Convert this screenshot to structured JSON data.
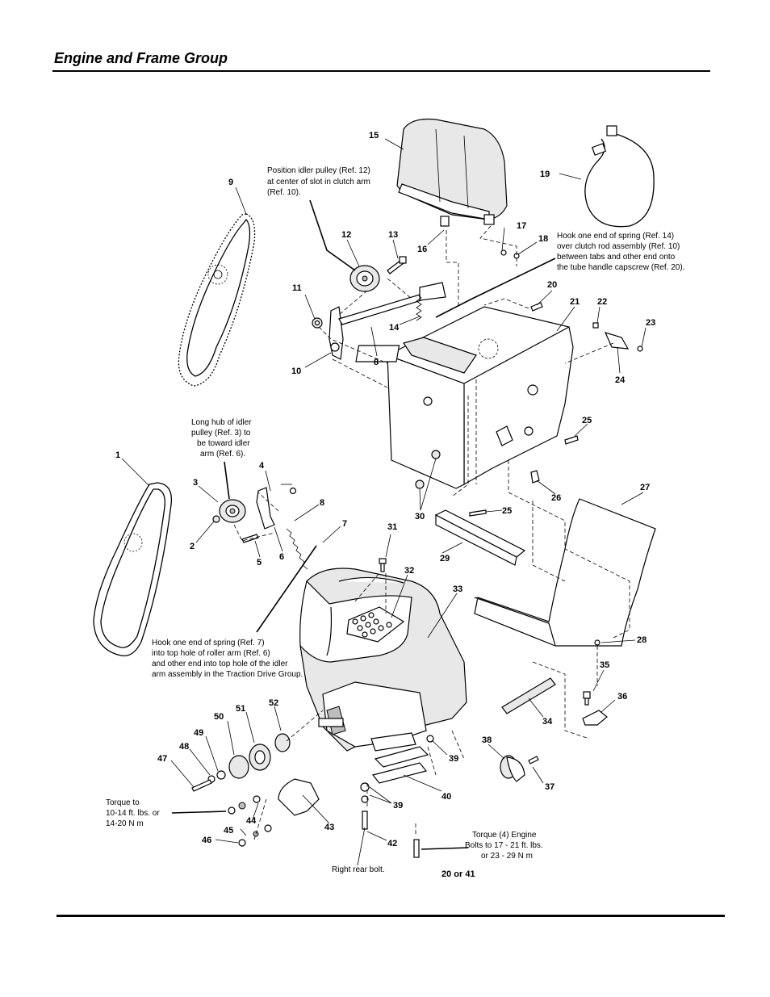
{
  "header": {
    "title": "Engine and Frame Group"
  },
  "callouts": [
    {
      "id": "c1",
      "label": "1"
    },
    {
      "id": "c2",
      "label": "2"
    },
    {
      "id": "c3",
      "label": "3"
    },
    {
      "id": "c4",
      "label": "4"
    },
    {
      "id": "c5",
      "label": "5"
    },
    {
      "id": "c6",
      "label": "6"
    },
    {
      "id": "c7",
      "label": "7"
    },
    {
      "id": "c8a",
      "label": "8"
    },
    {
      "id": "c8b",
      "label": "8"
    },
    {
      "id": "c9",
      "label": "9"
    },
    {
      "id": "c10",
      "label": "10"
    },
    {
      "id": "c11",
      "label": "11"
    },
    {
      "id": "c12",
      "label": "12"
    },
    {
      "id": "c13",
      "label": "13"
    },
    {
      "id": "c14",
      "label": "14"
    },
    {
      "id": "c15",
      "label": "15"
    },
    {
      "id": "c16",
      "label": "16"
    },
    {
      "id": "c17",
      "label": "17"
    },
    {
      "id": "c18",
      "label": "18"
    },
    {
      "id": "c19",
      "label": "19"
    },
    {
      "id": "c20",
      "label": "20"
    },
    {
      "id": "c21",
      "label": "21"
    },
    {
      "id": "c22",
      "label": "22"
    },
    {
      "id": "c23",
      "label": "23"
    },
    {
      "id": "c24",
      "label": "24"
    },
    {
      "id": "c25a",
      "label": "25"
    },
    {
      "id": "c25b",
      "label": "25"
    },
    {
      "id": "c26",
      "label": "26"
    },
    {
      "id": "c27",
      "label": "27"
    },
    {
      "id": "c28",
      "label": "28"
    },
    {
      "id": "c29",
      "label": "29"
    },
    {
      "id": "c30",
      "label": "30"
    },
    {
      "id": "c31",
      "label": "31"
    },
    {
      "id": "c32",
      "label": "32"
    },
    {
      "id": "c33",
      "label": "33"
    },
    {
      "id": "c34",
      "label": "34"
    },
    {
      "id": "c35",
      "label": "35"
    },
    {
      "id": "c36",
      "label": "36"
    },
    {
      "id": "c37",
      "label": "37"
    },
    {
      "id": "c38",
      "label": "38"
    },
    {
      "id": "c39a",
      "label": "39"
    },
    {
      "id": "c39b",
      "label": "39"
    },
    {
      "id": "c40",
      "label": "40"
    },
    {
      "id": "c42",
      "label": "42"
    },
    {
      "id": "c2041",
      "label": "20 or 41"
    },
    {
      "id": "c43",
      "label": "43"
    },
    {
      "id": "c44",
      "label": "44"
    },
    {
      "id": "c45",
      "label": "45"
    },
    {
      "id": "c46",
      "label": "46"
    },
    {
      "id": "c47",
      "label": "47"
    },
    {
      "id": "c48",
      "label": "48"
    },
    {
      "id": "c49",
      "label": "49"
    },
    {
      "id": "c50",
      "label": "50"
    },
    {
      "id": "c51",
      "label": "51"
    },
    {
      "id": "c52",
      "label": "52"
    }
  ],
  "notes": {
    "idler_position": [
      "Position idler pulley (Ref. 12)",
      "at center of slot in clutch arm",
      "(Ref. 10)."
    ],
    "spring14": [
      "Hook one end of spring (Ref. 14)",
      "over clutch rod assembly (Ref. 10)",
      "between tabs and other end onto",
      "the tube handle capscrew (Ref. 20)."
    ],
    "long_hub": [
      "Long hub of idler",
      "pulley (Ref. 3) to",
      "be toward idler",
      "arm (Ref. 6)."
    ],
    "spring7": [
      "Hook one end of spring (Ref. 7)",
      "into top hole of roller arm (Ref. 6)",
      "and other end into top hole of the idler",
      "arm assembly in the Traction Drive Group."
    ],
    "torque_left": [
      "Torque to",
      "10-14 ft. lbs. or",
      "14-20 N m"
    ],
    "torque_engine": [
      "Torque (4) Engine",
      "Bolts to 17 - 21 ft. lbs.",
      "or 23 - 29 N m"
    ],
    "right_rear_bolt": "Right rear bolt."
  }
}
